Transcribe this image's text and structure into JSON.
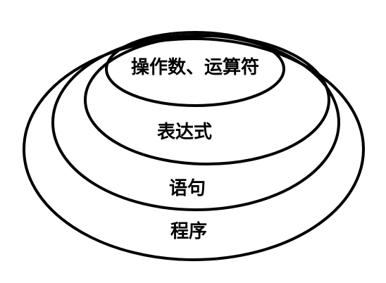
{
  "diagram": {
    "stroke_color": "#000000",
    "background": "#ffffff",
    "levels": {
      "operands": "操作数、运算符",
      "expression": "表达式",
      "statement": "语句",
      "program": "程序"
    }
  }
}
